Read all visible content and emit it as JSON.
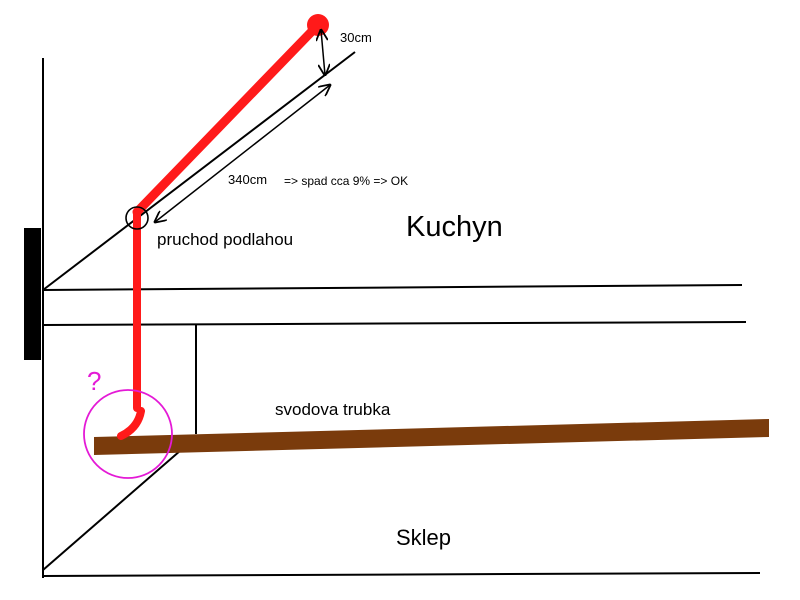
{
  "labels": {
    "height_diff": "30cm",
    "length": "340cm",
    "slope_note": "=> spad cca 9% => OK",
    "floor_pass": "pruchod podlahou",
    "kitchen": "Kuchyn",
    "drain_pipe": "svodova trubka",
    "question": "?",
    "basement": "Sklep"
  },
  "colors": {
    "pipe": "#ff1a1a",
    "drain_pipe": "#7a3b0c",
    "question_circle": "#e41ad6",
    "line": "#000000"
  }
}
